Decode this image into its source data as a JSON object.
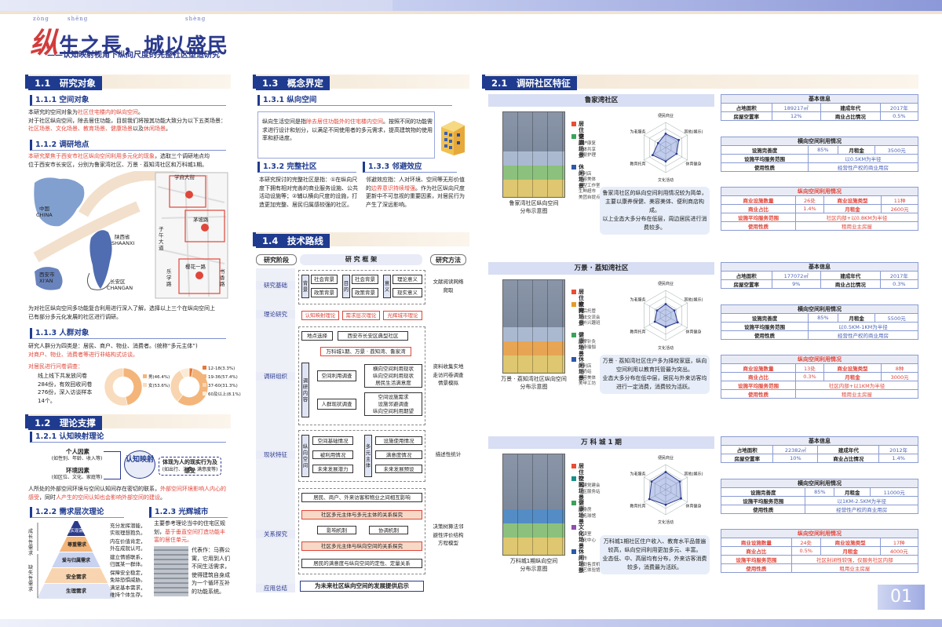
{
  "header": {
    "title_big_char": "纵",
    "title_rest": "生之長，城以盛民",
    "ruby1": "zòng",
    "ruby2": "shēng",
    "ruby3": "shèng",
    "subtitle": "——认知映射视角下纵向尺度的完整社区塑造研究"
  },
  "s11": {
    "label": "1.1　研究对象",
    "h111": "1.1.1 空间对象",
    "p1a": "本研究的空间对象为",
    "p1b": "社区住宅楼内的纵向空间",
    "p1c": "。",
    "p2a": "对于社区纵向空间，除去居住功能，目前我们将按其功能大致分为以下五类",
    "p2b": "场景：",
    "p2c": "社区场景、文化场景、教育场景、健康场景",
    "p2d": "以及",
    "p2e": "休闲场景",
    "p2f": "。",
    "h112": "1.1.2 调研地点",
    "p3a": "本研究聚焦于西安市社区纵向空间利用多元化的现象",
    "p3b": "，选取三个调研地点均",
    "p3c": "位于西安市长安区，分别为鲁家湾社区、万景 · 荔知湾社区和万科城1期。",
    "map": {
      "china": "中国",
      "china_en": "CHINA",
      "shaanxi": "陕西省",
      "shaanxi_en": "SHAANXI",
      "xian": "西安市",
      "xian_en": "XI'AN",
      "changan": "长安区",
      "changan_en": "CHANGAN",
      "road1": "学府大街",
      "road2": "子午大道",
      "road3": "樱花一路",
      "road4": "书香路",
      "road5": "乐学路",
      "road6": "茅坡路"
    },
    "p4a": "为对社区纵向空间多功能复合利用进行深入了解，选择以上三个在纵向空间上",
    "p4b": "已有部分多元化发展的社区进行调研。",
    "h113": "1.1.3 人群对象",
    "p5a": "研究人群分为四类是：居民、商户、物业、消费者。(统称“多元主体”)",
    "p5b": "对商户、物业、消费者等进行非结构式访谈。",
    "survey_title": "对居民进行问卷调查：",
    "survey_text": "线上线下共发放问卷284份，有效回收问卷276份，深入访谈样本14个。",
    "gender": [
      {
        "label": "男(46.4%)",
        "value": 46.4,
        "color": "#f3b57a"
      },
      {
        "label": "女(53.6%)",
        "value": 53.6,
        "color": "#f8dcbd"
      }
    ],
    "age": [
      {
        "label": "12-18(3.3%)",
        "value": 3.3,
        "color": "#e37a3a"
      },
      {
        "label": "19-36(57.4%)",
        "value": 57.4,
        "color": "#f3b57a"
      },
      {
        "label": "37-60(31.3%)",
        "value": 31.3,
        "color": "#f8d5b0"
      },
      {
        "label": "60及以上(8.1%)",
        "value": 8.1,
        "color": "#fbead6"
      }
    ]
  },
  "s12": {
    "label": "1.2　理论支撑",
    "h121": "1.2.1 认知映射理论",
    "c1": "个人因素",
    "c1s": "(如性别、年龄、收入等)",
    "c2": "环境因素",
    "c2s": "(如区位、文化、家庭等)",
    "c3": "认知映射",
    "c4": "体现为人的现实行为及感受",
    "c4s": "(如出行、消费、满意度等)",
    "p6a": "人所处的外部空间环境与空间认知间存在密切的联系，",
    "p6b": "外部空间环境影响人内心的感受",
    "p6c": "，同时",
    "p6d": "人产生的空间认知也会影响外部空间的建设",
    "p6e": "。",
    "h122": "1.2.2 需求层次理论",
    "pyr": [
      "自我实现需求",
      "尊重需求",
      "爱与归属需求",
      "安全需求",
      "生理需求"
    ],
    "pyr_l1": "成长性需求",
    "pyr_l2": "缺失性需求",
    "pyr_t1": "充分发挥潜能，实现理想抱负。",
    "pyr_t2": "内在价值肯定，外在成就认可。",
    "pyr_t3": "建立情感联系，归属某一群体。",
    "pyr_t4": "保障安全稳定，免除恐惧威胁。",
    "pyr_t5": "满足基本需求，维持个体生存。",
    "h123": "1.2.3 光辉城市",
    "p7a": "主要参考理论当中的住宅区规划，",
    "p7b": "基于垂直空间打造功能丰富的居住单元。",
    "p7c": "代表作：马赛公寓，它用到人们不同生活需求，使得建筑自身成为一个循环互补的功能系统。"
  },
  "s13": {
    "label": "1.3　概念界定",
    "h131": "1.3.1 纵向空间",
    "p8a": "纵向生活空间是指",
    "p8b": "除去居住功能外的住宅楼内空间",
    "p8c": "。按照不同的功能需求进行设计和划分，以满足不同使用者的多元需求，提高建筑物的使用率和舒适度。",
    "h132": "1.3.2 完整社区",
    "p9": "本研究探讨的完整社区是指：①在纵向尺度下拥有相对完善的商业服务设施、公共活动设施等；②辅以横向尺度的设施，打造更加完整、居民归属感较强的社区。",
    "h133": "1.3.3 邻避效应",
    "p10a": "邻避效应指：人对环境、空间等无形价值的",
    "p10b": "边界意识持续增强",
    "p10c": "。作为社区纵向尺度更新中不可忽视的重要因素，对居民行为产生了深远影响。"
  },
  "s14": {
    "label": "1.4　技术路线",
    "col1": "研究阶段",
    "col2": "研 究 框 架",
    "col3": "研究方法",
    "stages": [
      "研究基础",
      "理论研究",
      "调研组织",
      "现状特征",
      "关系探究",
      "应用总结"
    ],
    "methods": [
      "文献阅读网络爬取",
      "资料收集实地走访问卷调查情景模拟",
      "描述性统计",
      "决策树算法邻避性评价结构方程模型"
    ],
    "bg": "背景",
    "aim": "目的",
    "sig": "意义",
    "bg1": "社会背景",
    "bg2": "政策背景",
    "aim1": "社会背景",
    "aim2": "政策背景",
    "sig1": "理论意义",
    "sig2": "现实意义",
    "th1": "认知映射理论",
    "th2": "需求层次理论",
    "th3": "光辉城市理论",
    "r1": "地点选择",
    "r2": "西安市长安区典型社区",
    "r3": "万科城1期、万景 · 荔知湾、鲁家湾",
    "r4": "调研内容",
    "r5": "空间利用调查",
    "r6": "人群现状调查",
    "r7": "横向空间利用现状",
    "r8": "纵向空间利用现状",
    "r9": "居民生活满意度",
    "r10": "空间设施需求",
    "r11": "设施邻避调查",
    "r12": "纵向空间利用期望",
    "x1": "纵向空间",
    "x2": "多元主体",
    "x3": "空间基础情况",
    "x4": "被利用情况",
    "x5": "未来发展潜力",
    "x6": "设施使用情况",
    "x7": "满意度情况",
    "x8": "未来发展预设",
    "k1": "居民、商户、外来访客和物业之间相互影响",
    "k2": "社区多元主体与多元主体的关系探究",
    "k3": "影响机制",
    "k4": "协调机制",
    "k5": "社区多元主体与纵向空间的关系探究",
    "k6": "居民的满意度与纵向空间的定性、定量关系",
    "final": "为未来社区纵向空间的发展提供启示"
  },
  "s21": {
    "label": "2.1　调研社区特征",
    "sites": [
      {
        "name": "鲁家湾社区",
        "caption1": "鲁家湾社区纵向空间",
        "caption2": "分布示意图",
        "legend": [
          {
            "t": "居住空间",
            "c": "#e84e34",
            "items": ""
          },
          {
            "t": "健康场景",
            "c": "#3aa35a",
            "items": "养护康复\n医体共享\n母婴护理"
          },
          {
            "t": "休闲场景",
            "c": "#2d58a8",
            "items": "便利店\n美容美体\n造型工作室\n生鲜超市\n美团自提点"
          }
        ],
        "note": "鲁家湾社区的纵向空间利用情况较为简单，主要以康养保健、美容美体、便利商店构成。\n以上业态大多分布在低层，周边居民进行消费较多。",
        "radar": [
          0.55,
          0.6,
          0.5,
          0.55,
          0.6,
          0.35
        ],
        "basic": {
          "area": "189217㎡",
          "year": "2017年",
          "vac": "12%",
          "shop": "0.5%"
        },
        "h": {
          "perf": "85%",
          "rent": "3500元",
          "radius": "以0.5KM为半径",
          "use": "经营性产权的商业用房"
        },
        "v": {
          "num": "26处",
          "types": "11种",
          "ratio": "1.4%",
          "rent": "2600元",
          "radius": "社区内部+以0.8KM为半径",
          "use": "租用业主房屋"
        }
      },
      {
        "name": "万景 · 荔知湾社区",
        "caption1": "万景 · 荔知湾社区纵向空间",
        "caption2": "分布示意图",
        "legend": [
          {
            "t": "居住空间",
            "c": "#e84e34",
            "items": ""
          },
          {
            "t": "教育场景",
            "c": "#e59b2c",
            "items": "课后托管\n书法交流会\n课外兴趣班"
          },
          {
            "t": "健康场景",
            "c": "#3aa35a",
            "items": "按摩针灸\n健身瑜伽"
          },
          {
            "t": "休闲场景",
            "c": "#2d58a8",
            "items": "便利店\n牛奶站\n美容美体\n美甲工坊"
          }
        ],
        "note": "万景 · 荔知湾社区住户多为择校家庭，纵向空间利用以教育托管最为突出。\n业态大多分布在低中层，居民与外来访客均进行一定消费，消费较为活跃。",
        "radar": [
          0.45,
          0.4,
          0.55,
          0.45,
          0.5,
          0.4
        ],
        "basic": {
          "area": "177072㎡",
          "year": "2017年",
          "vac": "9%",
          "shop": "0.3%"
        },
        "h": {
          "perf": "85%",
          "rent": "5500元",
          "radius": "以0.5KM-1KM为半径",
          "use": "经营性产权的商业用房"
        },
        "v": {
          "num": "13处",
          "types": "8种",
          "ratio": "0.3%",
          "rent": "3000元",
          "radius": "社区内部+以1KM为半径",
          "use": "租用业主房屋"
        }
      },
      {
        "name": "万 科 城 1 期",
        "caption1": "万科城1期纵向空间",
        "caption2": "分布示意图",
        "legend": [
          {
            "t": "居住空间",
            "c": "#e84e34",
            "items": ""
          },
          {
            "t": "社区场景",
            "c": "#1a8f8a",
            "items": "共建党建会\n社区服务站"
          },
          {
            "t": "健康场景",
            "c": "#3aa35a",
            "items": "健身房\n羽毛球馆"
          },
          {
            "t": "文化场景",
            "c": "#8d4fb0",
            "items": "阅读室\n文化中心"
          },
          {
            "t": "休闲场景",
            "c": "#2d58a8",
            "items": "超市\n自助售货机\n陶艺体验馆"
          }
        ],
        "note": "万科城1期社区住户收入、教育水平品普遍较高，纵向空间利用更加多元、丰富。\n业态低、中、高层均有分布，外来访客消费较多，消费最为活跃。",
        "radar": [
          0.7,
          0.65,
          0.7,
          0.6,
          0.75,
          0.65
        ],
        "basic": {
          "area": "22382㎡",
          "year": "2012年",
          "vac": "10%",
          "shop": "1.4%"
        },
        "h": {
          "perf": "85%",
          "rent": "11000元",
          "radius": "以1KM-2.5KM为半径",
          "use": "经营性产权的商业用房"
        },
        "v": {
          "num": "24处",
          "types": "17种",
          "ratio": "0.5%",
          "rent": "4000元",
          "radius": "社区封闭性较强，仅服务社区内部",
          "use": "租用业主房屋"
        }
      }
    ],
    "radar_axes": [
      "便民商业",
      "其他(娱乐)",
      "休育健身",
      "文化活动",
      "教育托育",
      "为老服务"
    ],
    "t_basic": "基本信息",
    "t_h": "横向空间利用情况",
    "t_v": "纵向空间利用情况",
    "k_area": "占地面积",
    "k_year": "建成年代",
    "k_vac": "房屋空置率",
    "k_shop": "商业占比情况",
    "k_perf": "设施完善度",
    "k_rent": "月租金",
    "k_radius": "设施平均服务范围",
    "k_use": "使用性质",
    "k_num": "商业设施数量",
    "k_types": "商业设施类型",
    "k_ratio": "商业占比"
  },
  "page_no": "01"
}
